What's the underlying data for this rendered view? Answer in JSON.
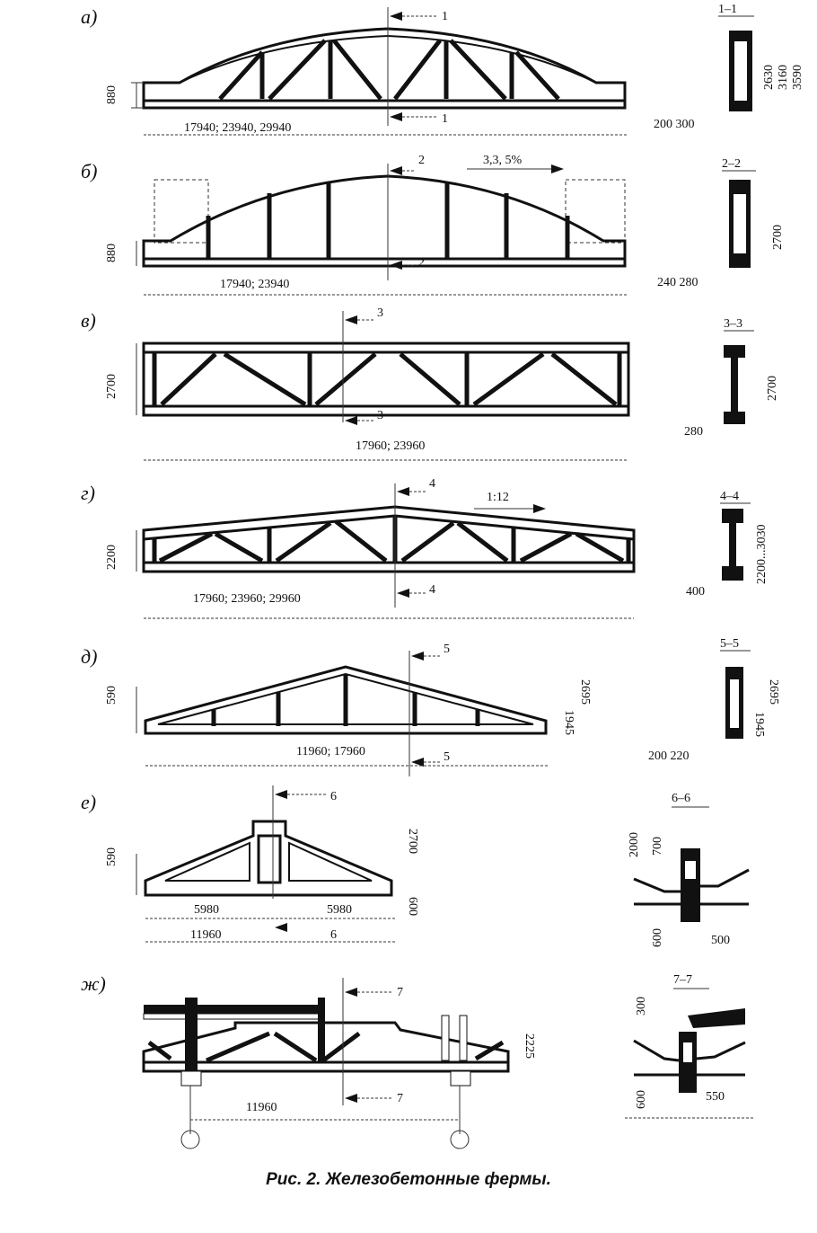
{
  "caption": "Рис. 2. Железобетонные фермы.",
  "figures": {
    "a": {
      "letter": "а)",
      "height_dim": "880",
      "span_dim": "17940; 23940, 29940",
      "cut_top": "1",
      "cut_bottom": "1",
      "section_title": "1–1",
      "section_dims": [
        "2630",
        "3160",
        "3590"
      ],
      "section_width": "200  300"
    },
    "b": {
      "letter": "б)",
      "height_dim": "880",
      "span_dim": "17940; 23940",
      "cut_top": "2",
      "cut_bottom": "2",
      "slope": "3,3, 5%",
      "section_title": "2–2",
      "section_dims": [
        "2700"
      ],
      "section_width": "240  280"
    },
    "v": {
      "letter": "в)",
      "height_dim": "2700",
      "span_dim": "17960; 23960",
      "cut_top": "3",
      "cut_bottom": "3",
      "section_title": "3–3",
      "section_dims": [
        "2700"
      ],
      "section_width": "280"
    },
    "g": {
      "letter": "г)",
      "height_dim": "2200",
      "span_dim": "17960; 23960; 29960",
      "cut_top": "4",
      "cut_bottom": "4",
      "slope": "1:12",
      "section_title": "4–4",
      "section_dims": [
        "2200...3030"
      ],
      "section_width": "400"
    },
    "d": {
      "letter": "д)",
      "height_dim": "590",
      "right_dims": [
        "1945",
        "2695"
      ],
      "span_dim": "11960; 17960",
      "cut_top": "5",
      "cut_bottom": "5",
      "section_title": "5–5",
      "section_dims": [
        "1945",
        "2695"
      ],
      "section_width": "200  220"
    },
    "e": {
      "letter": "е)",
      "height_dim": "590",
      "right_dims": [
        "2700",
        "600"
      ],
      "half_left": "5980",
      "half_right": "5980",
      "span_dim": "11960",
      "cut_top": "6",
      "cut_bottom": "6",
      "section_title": "6–6",
      "section_dims": [
        "2000",
        "700",
        "600"
      ],
      "section_width": "500"
    },
    "zh": {
      "letter": "ж)",
      "right_dim": "2225",
      "span_dim": "11960",
      "cut_top": "7",
      "cut_bottom": "7",
      "section_title": "7–7",
      "section_dims": [
        "300",
        "600"
      ],
      "section_width": "550"
    }
  }
}
